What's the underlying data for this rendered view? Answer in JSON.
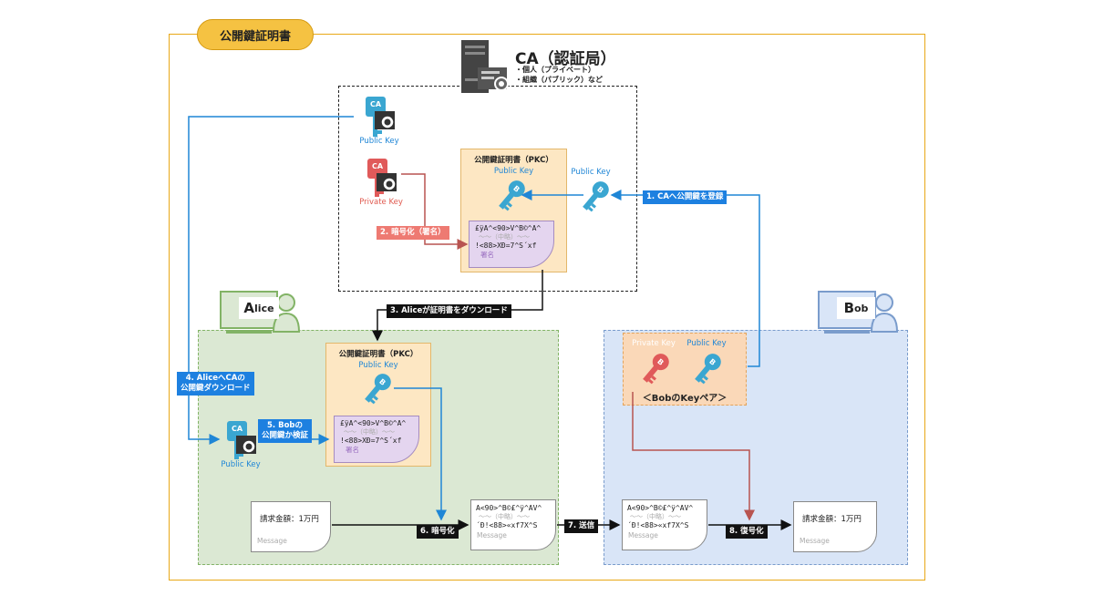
{
  "title": "公開鍵証明書",
  "ca": {
    "name": "CA（認証局）",
    "sub1": "・個人（プライベート）",
    "sub2": "・組織（パブリック）など",
    "public_key_label": "Public Key",
    "private_key_label": "Private Key",
    "ca_badge": "CA"
  },
  "pkc_top": {
    "title": "公開鍵証明書（PKC）",
    "key_label": "Public Key",
    "sig_line1": "£ÿA^<90>V^B©^A^",
    "sig_mid": "〜〜（中略）〜〜",
    "sig_line2": "!<88>XÐ=7^S´xf",
    "sig_label": "署名"
  },
  "bob_public_key_outside": "Public Key",
  "pkc_alice": {
    "title": "公開鍵証明書（PKC）",
    "key_label": "Public Key",
    "sig_line1": "£ÿA^<90>V^B©^A^",
    "sig_mid": "〜〜（中略）〜〜",
    "sig_line2": "!<88>XÐ=7^S´xf",
    "sig_label": "署名"
  },
  "alice": {
    "name_initial": "A",
    "name_rest": "lice",
    "public_key_label": "Public Key",
    "ca_badge": "CA"
  },
  "bob": {
    "name_initial": "B",
    "name_rest": "ob",
    "private_key_label": "Private Key",
    "public_key_label": "Public Key",
    "keypair_label": "＜BobのKeyペア＞",
    "key_badge": "B"
  },
  "steps": {
    "s1": "1. CAへ公開鍵を登録",
    "s2": "2. 暗号化（署名）",
    "s3": "3. Aliceが証明書をダウンロード",
    "s4_line1": "4. AliceへCAの",
    "s4_line2": "公開鍵ダウンロード",
    "s5_line1": "5. Bobの",
    "s5_line2": "公開鍵か検証",
    "s6": "6. 暗号化",
    "s7": "7. 送信",
    "s8": "8. 復号化"
  },
  "messages": {
    "plain": "請求金額：1万円",
    "plain_caption": "Message",
    "enc_line1": "A<90>^B©£^ÿ^AV^",
    "enc_mid": "〜〜（中略）〜〜",
    "enc_line2": "´Ð!<88>«xf7X^S",
    "enc_caption": "Message",
    "dec": "請求金額：1万円",
    "dec_caption": "Message"
  },
  "colors": {
    "frame": "#e8a817",
    "alice_bg": "#dbe8d3",
    "bob_bg": "#d9e5f7",
    "pkc_bg": "#fde7c3",
    "blue_arrow": "#1f86d6",
    "red_arrow": "#b85450",
    "key_blue": "#3aa6d1",
    "key_red": "#e05a5a"
  }
}
